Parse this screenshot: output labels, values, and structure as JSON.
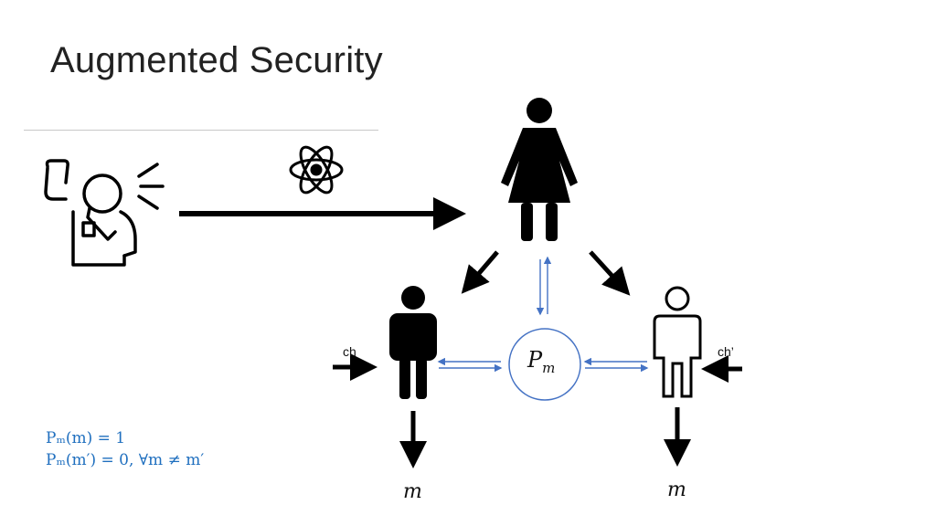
{
  "slide": {
    "title": "Augmented Security"
  },
  "labels": {
    "left_channel": "ch",
    "right_channel": "ch’",
    "output_left": "m",
    "output_right": "m",
    "program_base": "P",
    "program_sub": "m"
  },
  "equations": {
    "line1": "Pₘ(m) = 1",
    "line2": "Pₘ(m′) = 0, ∀m ≠ m′"
  },
  "colors": {
    "accent_blue": "#4472c4",
    "equation_blue": "#1f6fbf",
    "ink": "#000000"
  },
  "icons": {
    "referee": "referee-whistle-icon",
    "quantum": "atom-icon",
    "dealer": "woman-icon",
    "party_left": "man-filled-icon",
    "party_right": "man-outline-icon"
  }
}
